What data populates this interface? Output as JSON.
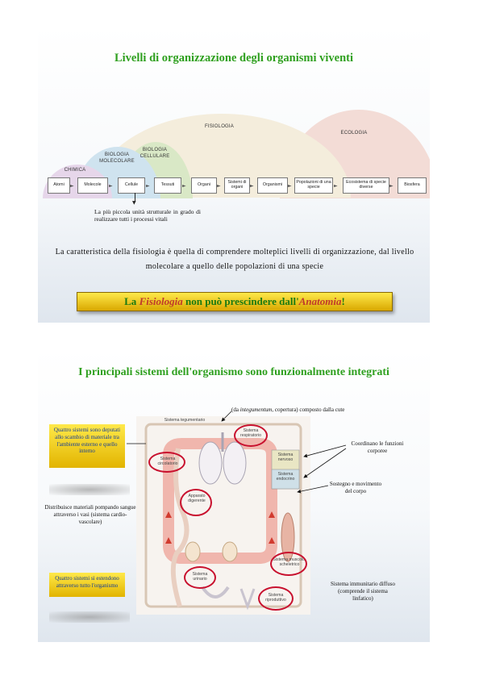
{
  "slide1": {
    "title": "Livelli di organizzazione degli organismi viventi",
    "levels": {
      "fisiologia": "FISIOLOGIA",
      "ecologia": "ECOLOGIA",
      "biologia_cellulare": "BIOLOGIA CELLULARE",
      "biologia_molecolare": "BIOLOGIA MOLECOLARE",
      "chimica": "CHIMICA"
    },
    "steps": [
      "Atomi",
      "Molecole",
      "Cellule",
      "Tessuti",
      "Organi",
      "Sistemi di organi",
      "Organismi",
      "Popolazioni di una specie",
      "Ecosistema di specie diverse",
      "Biosfera"
    ],
    "cell_note": "La più piccola unità strutturale in grado di realizzare tutti i processi vitali",
    "paragraph": "La caratteristica della fisiologia è quella di comprendere molteplici livelli di organizzazione, dal livello molecolare a quello delle popolazioni di una specie",
    "banner": {
      "pre": "La ",
      "em1": "Fisiologia",
      "mid": " non può prescindere dall'",
      "em2": "Anatomia",
      "post": "!"
    }
  },
  "slide2": {
    "title": "I principali sistemi dell'organismo sono funzionalmente integrati",
    "integument_note_pre": "(da ",
    "integument_note_em": "integumentum",
    "integument_note_post": ", copertura) composto dalla cute",
    "box_exchange": "Quattro sistemi sono deputati allo scambio di materiale tra l'ambiente esterno e quello interno",
    "box_body": "Quattro sistemi si estendono attraverso tutto l'organismo",
    "note_circulatory": "Distribuisce materiali pompando sangue attraverso i vasi (sistema cardio-vascolare)",
    "note_coordination": "Coordinano le funzioni corporee",
    "note_support": "Sostegno e movimento del corpo",
    "note_immune": "Sistema immunitario diffuso (comprende il sistema linfatico)",
    "systems": {
      "tegumentario": "Sistema tegumentario",
      "respiratorio": "Sistema respiratorio",
      "nervoso": "Sistema nervoso",
      "endocrino": "Sistema endocrino",
      "circolatorio": "Sistema circolatorio",
      "digerente": "Apparato digerente",
      "muscolo": "Sistema muscolo-scheletrico",
      "urinario": "Sistema urinario",
      "riproduttivo": "Sistema riproduttivo"
    }
  },
  "colors": {
    "title_green": "#2fa01f",
    "banner_yellow": "#f2cd1a",
    "circle_red": "#c8102e",
    "box_text_blue": "#123c9a"
  }
}
